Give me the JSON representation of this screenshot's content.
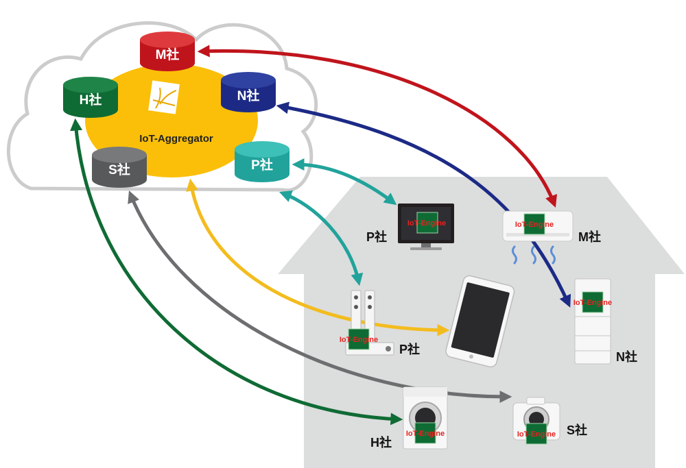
{
  "cloud": {
    "aggregator_label": "IoT-Aggregator",
    "databases": {
      "m": {
        "label": "M社",
        "color": "#c0141c"
      },
      "n": {
        "label": "N社",
        "color": "#1c2a86"
      },
      "h": {
        "label": "H社",
        "color": "#0f6b34"
      },
      "s": {
        "label": "S社",
        "color": "#58595b"
      },
      "p": {
        "label": "P社",
        "color": "#21a39b"
      }
    }
  },
  "engine_label": "IoT-Engine",
  "devices": {
    "tv": {
      "label": "P社"
    },
    "aircon": {
      "label": "M社"
    },
    "speaker": {
      "label": "P社"
    },
    "fridge": {
      "label": "N社"
    },
    "washer": {
      "label": "H社"
    },
    "camera": {
      "label": "S社"
    }
  },
  "colors": {
    "aggregator_fill": "#fbbf09",
    "cloud_stroke": "#cccccc",
    "house_fill": "#dcdddd",
    "arrow_m": "#c0141c",
    "arrow_n": "#1c2a86",
    "arrow_p": "#21a39b",
    "arrow_aggregator": "#f3bc1e",
    "arrow_s": "#6d6e70",
    "arrow_h": "#0f6b34"
  }
}
